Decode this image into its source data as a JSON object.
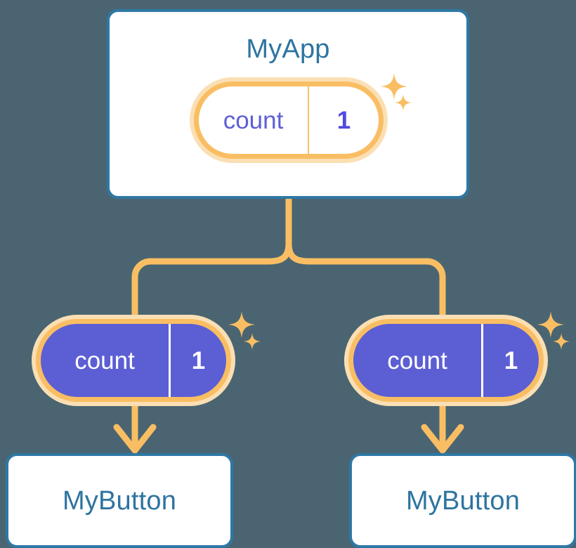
{
  "background_color": "#4a6571",
  "palette": {
    "card_border_blue": "#2e78a4",
    "title_blue": "#2e74a0",
    "pill_ring_orange": "#f9be63",
    "pill_halo_orange": "#fbdfb4",
    "pill_fill_purple": "#5c5fd4",
    "pill_text_purple": "#5d5fd6",
    "connector_orange": "#f9be63",
    "card_fill_white": "#ffffff"
  },
  "root": {
    "title": "MyApp",
    "state_pill": {
      "key": "count",
      "value": "1",
      "variant": "light",
      "sparkle_big": "sparkle-icon",
      "sparkle_small": "sparkle-icon"
    }
  },
  "branches": [
    {
      "state_pill": {
        "key": "count",
        "value": "1",
        "variant": "dark",
        "sparkle_big": "sparkle-icon",
        "sparkle_small": "sparkle-icon"
      },
      "child": {
        "title": "MyButton"
      }
    },
    {
      "state_pill": {
        "key": "count",
        "value": "1",
        "variant": "dark",
        "sparkle_big": "sparkle-icon",
        "sparkle_small": "sparkle-icon"
      },
      "child": {
        "title": "MyButton"
      }
    }
  ],
  "connectors": {
    "trunk": "vertical-line-from-root",
    "split": "tee-junction",
    "arrows": "downward-arrow"
  }
}
